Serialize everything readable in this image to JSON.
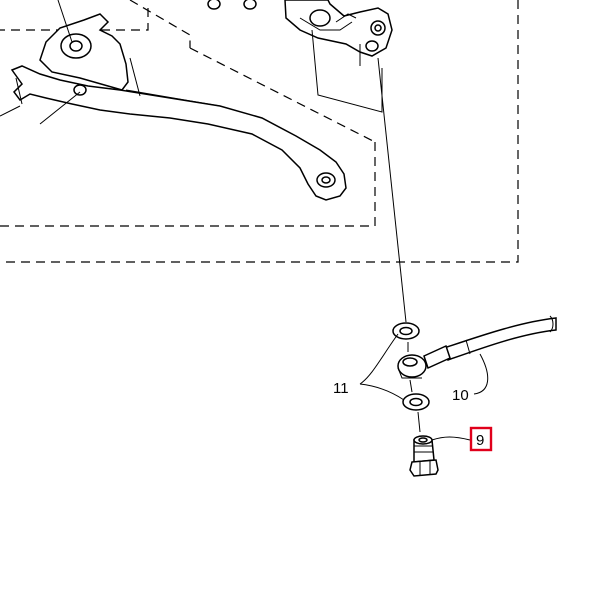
{
  "callouts": {
    "part_9": {
      "label": "9",
      "highlight_color": "#e0001b"
    },
    "part_10": {
      "label": "10"
    },
    "part_11": {
      "label": "11"
    }
  }
}
